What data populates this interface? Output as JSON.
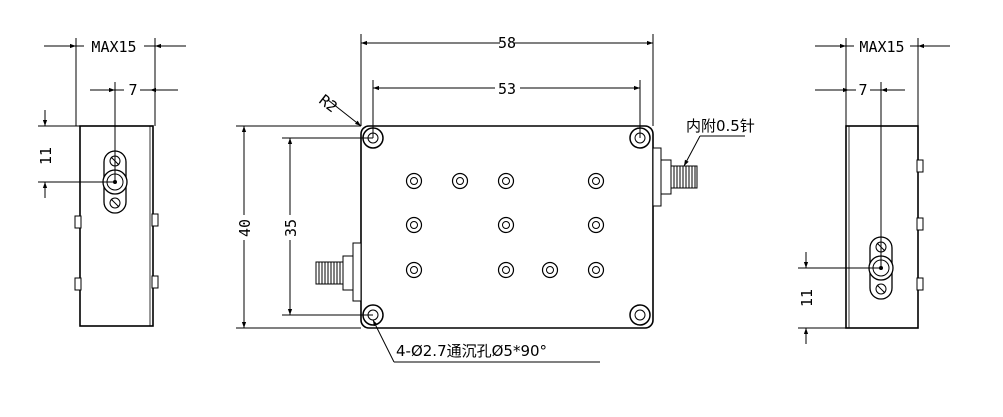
{
  "left_view": {
    "max_label": "MAX15",
    "offset_label": "7",
    "height_label": "11"
  },
  "front_view": {
    "width_outer_label": "58",
    "width_inner_label": "53",
    "corner_radius_label": "R2",
    "height_outer_label": "40",
    "height_inner_label": "35",
    "pin_note": "内附0.5针",
    "hole_note": "4-Ø2.7通沉孔Ø5*90°"
  },
  "right_view": {
    "max_label": "MAX15",
    "offset_label": "7",
    "height_label": "11"
  }
}
